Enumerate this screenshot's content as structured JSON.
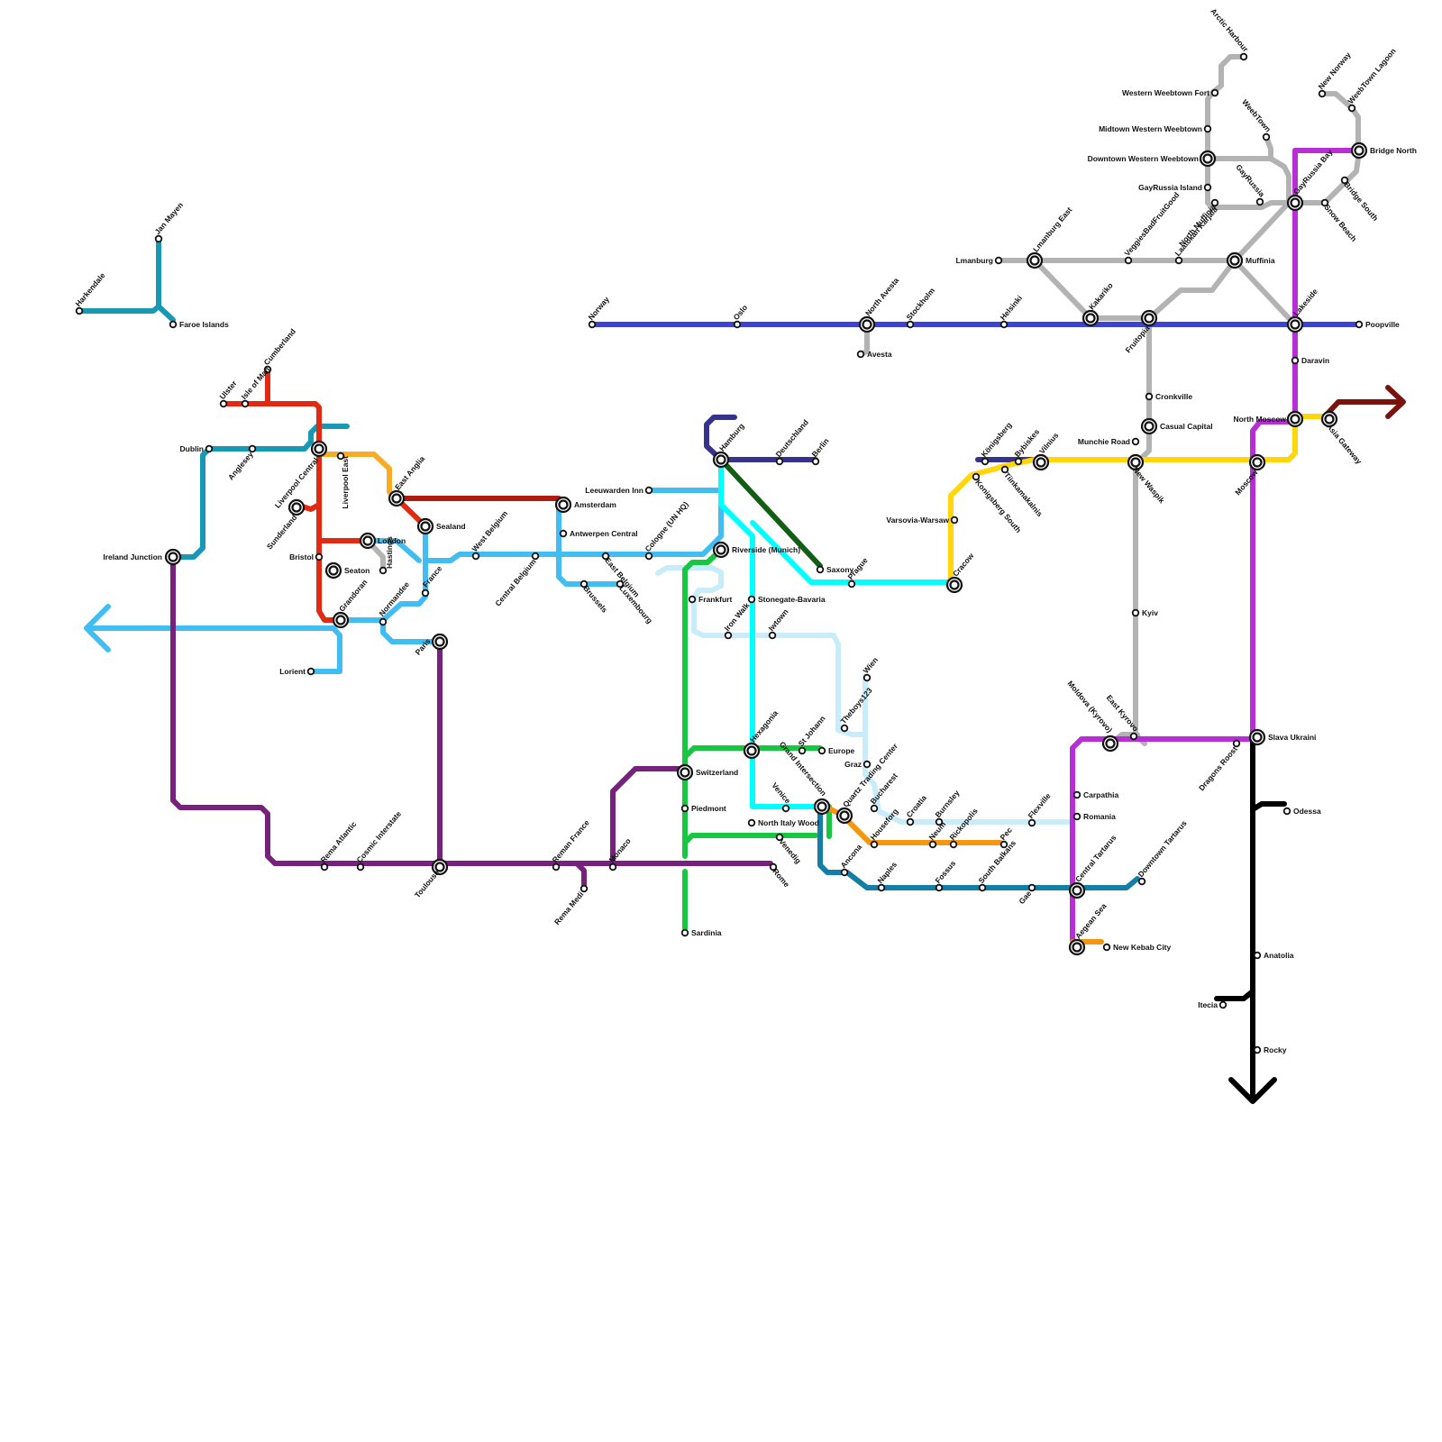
{
  "map_title": "",
  "line_colors": {
    "north_sea_line": "#3d44d4",
    "lightblue_trunk": "#42bdf2",
    "purple_line": "#76227d",
    "red_line": "#e02a12",
    "darkred_line": "#b01b10",
    "teal_line": "#1799b3",
    "orange_line": "#f7ab26",
    "green_line": "#17c742",
    "cyan_line": "#00ffff",
    "navy_line": "#36338c",
    "darkgreen_line": "#125e14",
    "paleblue_line": "#c8ecfa",
    "yellow_line": "#ffd60a",
    "magenta_line": "#b72ed6",
    "gray_line": "#b3b3b3",
    "black_line": "#000000",
    "maroon_line": "#7a120e",
    "petrol_line": "#137fa6",
    "amber_line": "#f5960f"
  },
  "icons": [
    "interchange-station-icon",
    "station-icon",
    "arrow-left-icon",
    "arrow-right-icon",
    "arrow-down-icon"
  ],
  "stations": [
    "Harkendale",
    "Jan Mayen",
    "Faroe Islands",
    "Ulster",
    "Isle of Man",
    "Cumberland",
    "Dublin",
    "Anglesey",
    "Liverpool Central",
    "Liverpool East",
    "East Anglia",
    "Sealand",
    "Sunderland",
    "London",
    "Bristol",
    "Seaton",
    "Hastings",
    "Grandoran",
    "Normandee",
    "France",
    "West Belgium",
    "Central Belgium",
    "Ireland Junction",
    "Lorient",
    "Paris",
    "Amsterdam",
    "Antwerpen Central",
    "Brussels",
    "East Belgium",
    "Luxembourg",
    "Leeuwarden Inn",
    "Cologne (UN HQ)",
    "Hamburg",
    "Deutschland",
    "Berlin",
    "Riverside (Munich)",
    "Saxony",
    "Prague",
    "Frankfurt",
    "Stonegate-Bavaria",
    "Iron Walk",
    "Iwtown",
    "Norway",
    "Oslo",
    "North Avesta",
    "Avesta",
    "Stockholm",
    "Helsinki",
    "Lmanburg",
    "Lmanburg East",
    "Kakariko",
    "Fruitopia",
    "VeggiesBadFruitGood",
    "Laatokan Karjala",
    "North Muffinia",
    "Muffinia",
    "Lakeside",
    "Poopville",
    "Cronkville",
    "Casual Capital",
    "Munchie Road",
    "New Waspik",
    "Königsberg",
    "Bybiskes",
    "Vilnius",
    "Konigsberg South",
    "Tiinkamakalnis",
    "Varsovia-Warsaw",
    "Cracow",
    "Moscow",
    "North Moscow",
    "Asia Gateway",
    "Daravin",
    "Kyiv",
    "Arctic Harbour",
    "Western Weebtown Fort",
    "Midtown Western Weebtown",
    "Downtown Western Weebtown",
    "GayRussia Island",
    "WeebTown",
    "GayRussia",
    "GayRussia Bay",
    "New Norway",
    "WeebTown Lagoon",
    "Bridge North",
    "Bridge South",
    "Snow Beach",
    "Wien",
    "Theboys123",
    "Graz",
    "Switzerland",
    "Piedmont",
    "Hexagonia",
    "St Johann",
    "Europe",
    "Grand Intersection",
    "Venice",
    "North Italy Wood",
    "Venedig",
    "Quartz Trading Center",
    "Bucharest",
    "Houseforg",
    "Croatia",
    "Ancona",
    "Naples",
    "Neum",
    "Burnsley",
    "Rickopolis",
    "Fossus",
    "Flexville",
    "Pec",
    "South Balkans",
    "Gae",
    "Moldova (Kyrovo)",
    "East Kyrovo",
    "Dragons Roost",
    "Slava Ukraini",
    "Carpathia",
    "Romania",
    "Central Tartarus",
    "Downtown Tartarus",
    "Aegean Sea",
    "New Kebab City",
    "Odessa",
    "Anatolia",
    "Itecia",
    "Rocky",
    "Rema Atlantic",
    "Cosmic Interstate",
    "Toulouse",
    "Reman France",
    "Rema Medi",
    "Monaco",
    "Rome",
    "Sardinia"
  ]
}
